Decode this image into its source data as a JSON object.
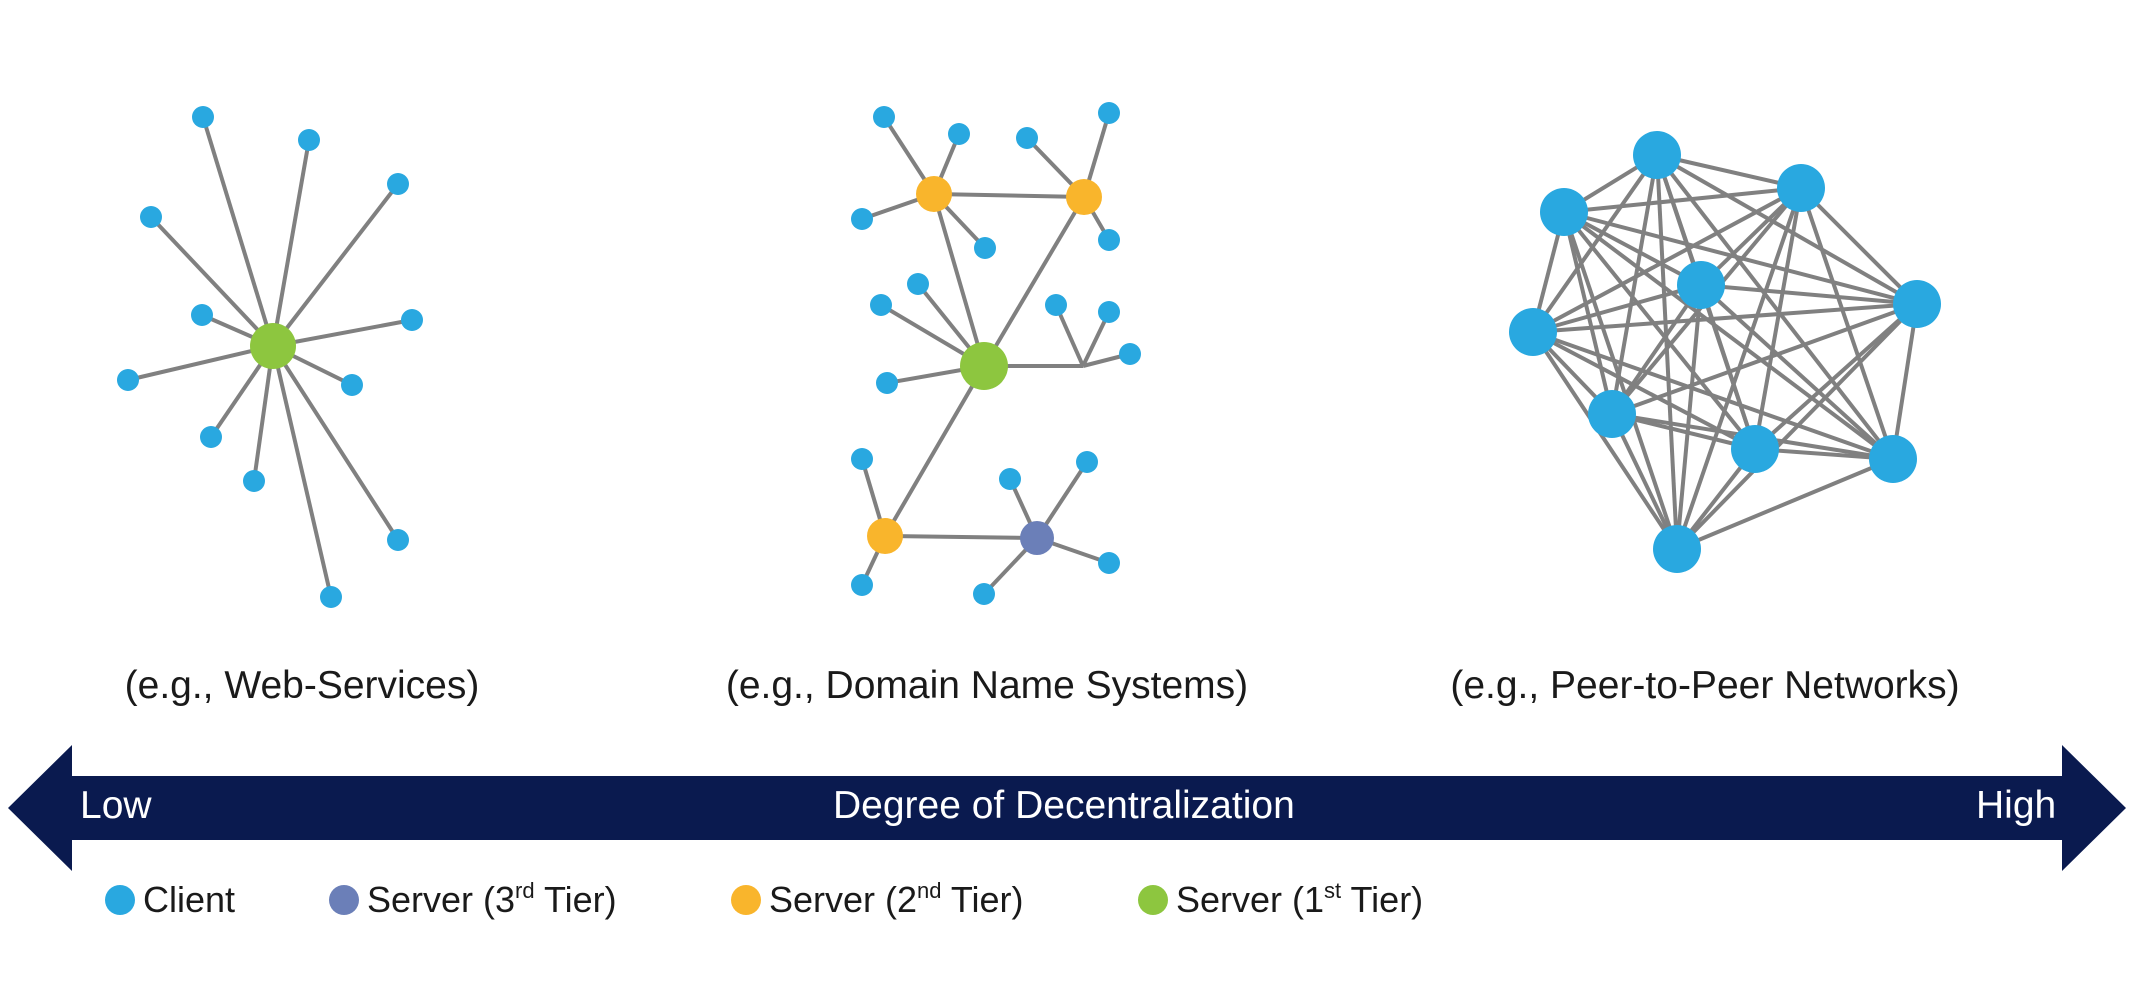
{
  "captions": {
    "centralized": "(e.g., Web-Services)",
    "distributed": "(e.g., Domain Name Systems)",
    "decentralized": "(e.g., Peer-to-Peer Networks)"
  },
  "axis": {
    "low": "Low",
    "title": "Degree of Decentralization",
    "high": "High"
  },
  "legend": [
    {
      "id": "client",
      "pre": "Client",
      "sup": "",
      "post": ""
    },
    {
      "id": "tier3",
      "pre": "Server (3",
      "sup": "rd",
      "post": " Tier)"
    },
    {
      "id": "tier2",
      "pre": "Server (2",
      "sup": "nd",
      "post": " Tier)"
    },
    {
      "id": "tier1",
      "pre": "Server (1",
      "sup": "st",
      "post": " Tier)"
    }
  ],
  "colors": {
    "client": "#29a8e0",
    "tier3": "#6b7fb8",
    "tier2": "#f9b52c",
    "tier1": "#8dc63f",
    "edge": "#808080",
    "arrow": "#0a1a4f"
  }
}
